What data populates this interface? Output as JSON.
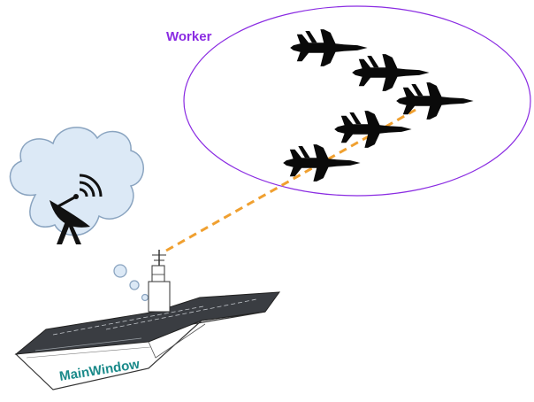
{
  "labels": {
    "worker": "Worker",
    "main_window": "MainWindow"
  },
  "colors": {
    "worker_ellipse": "#8a2be2",
    "worker_text": "#8a2be2",
    "main_window_text": "#1a8a8a",
    "signal_line": "#f0a030",
    "cloud_fill": "#dce9f6",
    "cloud_stroke": "#8aa4c0",
    "jet": "#0a0a0a",
    "ship_deck": "#3a3d42",
    "ship_hull": "#ffffff"
  },
  "icons": {
    "thought_cloud": "thought-cloud-icon",
    "satellite_dish": "satellite-dish-icon",
    "fighter_jet": "fighter-jet-icon",
    "aircraft_carrier": "aircraft-carrier-icon"
  },
  "jets_count": 5
}
